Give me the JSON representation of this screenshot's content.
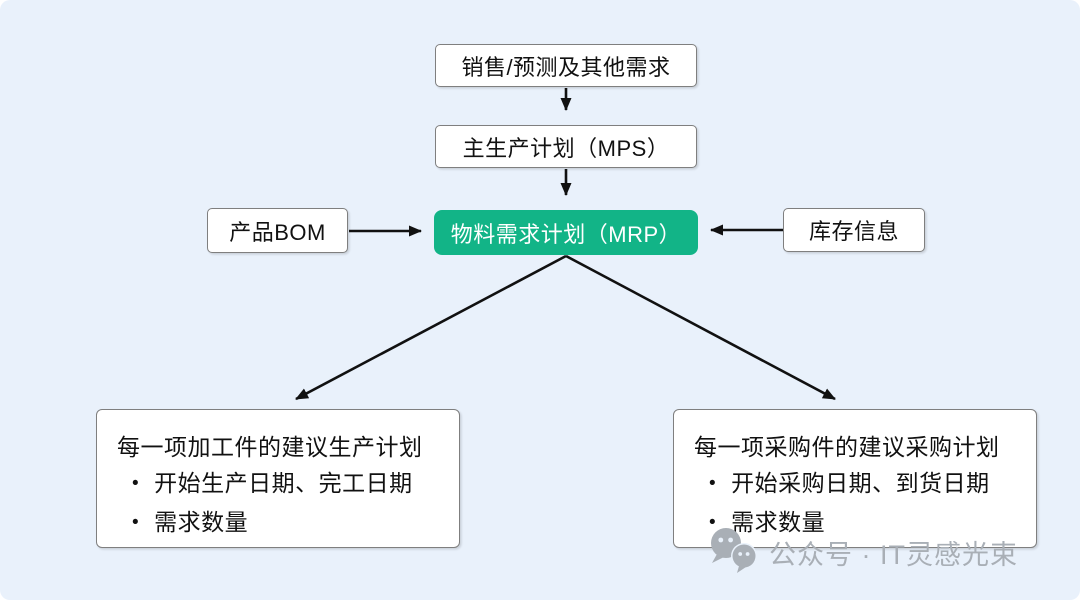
{
  "canvas": {
    "background_color": "#e9f1fb",
    "accent_green": "#12b487",
    "box_border_color": "#7f7f7f",
    "arrow_color": "#111111",
    "watermark_color": "#a9afb6"
  },
  "nodes": {
    "sales": {
      "label": "销售/预测及其他需求"
    },
    "mps": {
      "label": "主生产计划（MPS）"
    },
    "mrp": {
      "label": "物料需求计划（MRP）"
    },
    "bom": {
      "label": "产品BOM"
    },
    "inventory": {
      "label": "库存信息"
    },
    "production_plan": {
      "title": "每一项加工件的建议生产计划",
      "bullets": [
        "开始生产日期、完工日期",
        "需求数量"
      ]
    },
    "purchase_plan": {
      "title": "每一项采购件的建议采购计划",
      "bullets": [
        "开始采购日期、到货日期",
        "需求数量"
      ]
    }
  },
  "watermark": {
    "icon": "wechat-icon",
    "text": "公众号 · IT灵感光束"
  }
}
